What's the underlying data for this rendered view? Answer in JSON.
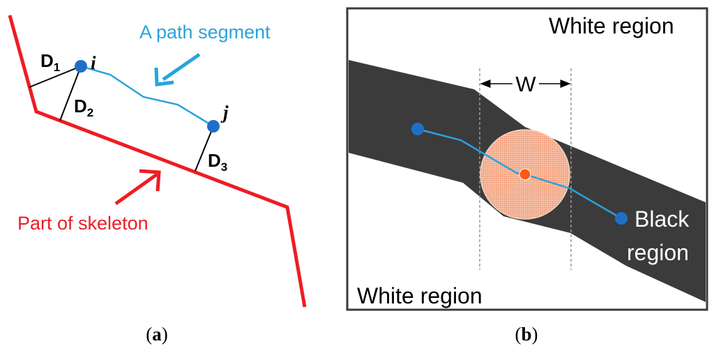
{
  "panel_a": {
    "caption_open": "(",
    "caption_letter": "a",
    "caption_close": ")",
    "path_segment_label": "A path segment",
    "skeleton_label": "Part of skeleton",
    "node_i": "i",
    "node_j": "j",
    "distances": [
      {
        "letter": "D",
        "sub": "1"
      },
      {
        "letter": "D",
        "sub": "2"
      },
      {
        "letter": "D",
        "sub": "3"
      }
    ],
    "colors": {
      "skeleton": "#ee1c24",
      "path": "#29a3dc",
      "node": "#1f6fc9",
      "distance": "#000000"
    }
  },
  "panel_b": {
    "caption_open": "(",
    "caption_letter": "b",
    "caption_close": ")",
    "white_region_top": "White region",
    "white_region_bottom": "White region",
    "black_region_line1": "Black",
    "black_region_line2": "region",
    "width_label": "W",
    "colors": {
      "band": "#3b3b3b",
      "circle_fill": "#f6b89a",
      "circle_center": "#ff5a14",
      "path": "#29a3dc",
      "node": "#1f6fc9",
      "frame": "#3b3b3b"
    }
  }
}
